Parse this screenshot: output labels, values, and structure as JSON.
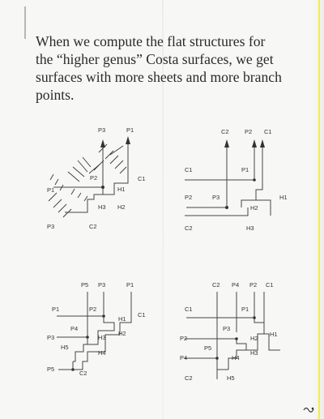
{
  "text": {
    "lines": [
      "When we compute the flat structures for",
      "the “higher genus” Costa surfaces, we get",
      "surfaces with more sheets and more branch",
      "points."
    ]
  },
  "figures": {
    "fig1": {
      "p3": "P3",
      "p1": "P1",
      "p2": "P2",
      "c1": "C1",
      "p1_left": "P1",
      "h1": "H1",
      "h3": "H3",
      "h2": "H2",
      "p3_bottom": "P3",
      "c2": "C2"
    },
    "fig2": {
      "c2": "C2",
      "p2": "P2",
      "c1": "C1",
      "c1_left": "C1",
      "p1": "P1",
      "p2_left": "P2",
      "p3": "P3",
      "h1": "H1",
      "h2": "H2",
      "c2_bottom": "C2",
      "h3": "H3"
    },
    "fig3": {
      "p5": "P5",
      "p3": "P3",
      "p1": "P1",
      "p1_left": "P1",
      "p2": "P2",
      "h1": "H1",
      "c1": "C1",
      "p4": "P4",
      "p3_left": "P3",
      "h3": "H3",
      "h2": "H2",
      "h5": "H5",
      "h4": "H4",
      "p5_left": "P5",
      "c2": "C2"
    },
    "fig4": {
      "c2": "C2",
      "p4": "P4",
      "p2": "P2",
      "c1": "C1",
      "c1_left": "C1",
      "p1": "P1",
      "p3": "P3",
      "p2_left": "P2",
      "h2": "H2",
      "h1": "H1",
      "p5": "P5",
      "h3": "H3",
      "p4_left": "P4",
      "h4": "H4",
      "c2_bottom": "C2",
      "h5": "H5"
    }
  }
}
